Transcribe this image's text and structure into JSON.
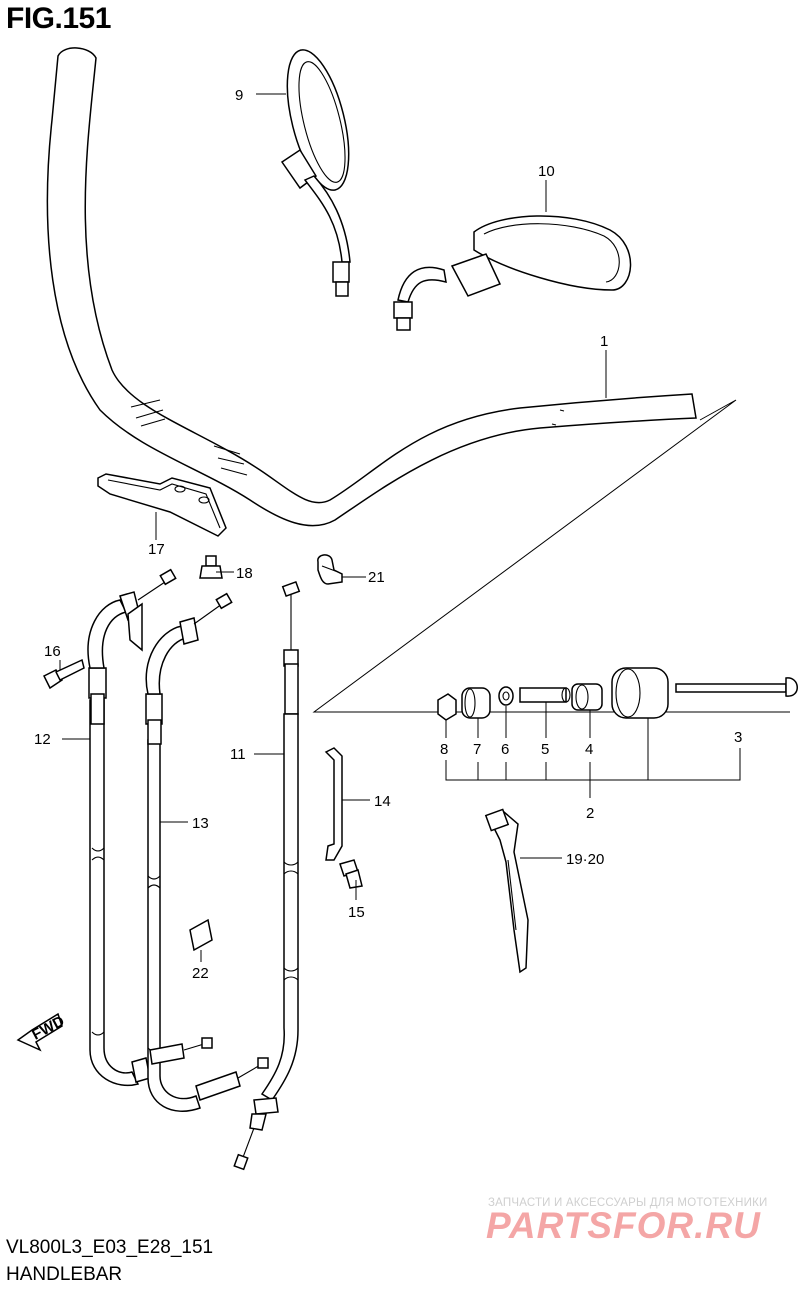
{
  "header": {
    "figure": "FIG.151"
  },
  "footer": {
    "code": "VL800L3_E03_E28_151",
    "name": "HANDLEBAR"
  },
  "watermark": {
    "tagline": "ЗАПЧАСТИ И АКСЕССУАРЫ ДЛЯ МОТОТЕХНИКИ",
    "logo_text": "PARTSFOR.RU",
    "color": "#f4a6a6"
  },
  "direction_badge": "FWD",
  "callouts": {
    "p1": "1",
    "p2": "2",
    "p3": "3",
    "p4": "4",
    "p5": "5",
    "p6": "6",
    "p7": "7",
    "p8": "8",
    "p9": "9",
    "p10": "10",
    "p11": "11",
    "p12": "12",
    "p13": "13",
    "p14": "14",
    "p15": "15",
    "p16": "16",
    "p17": "17",
    "p18": "18",
    "p19_20": "19·20",
    "p21": "21",
    "p22": "22"
  }
}
